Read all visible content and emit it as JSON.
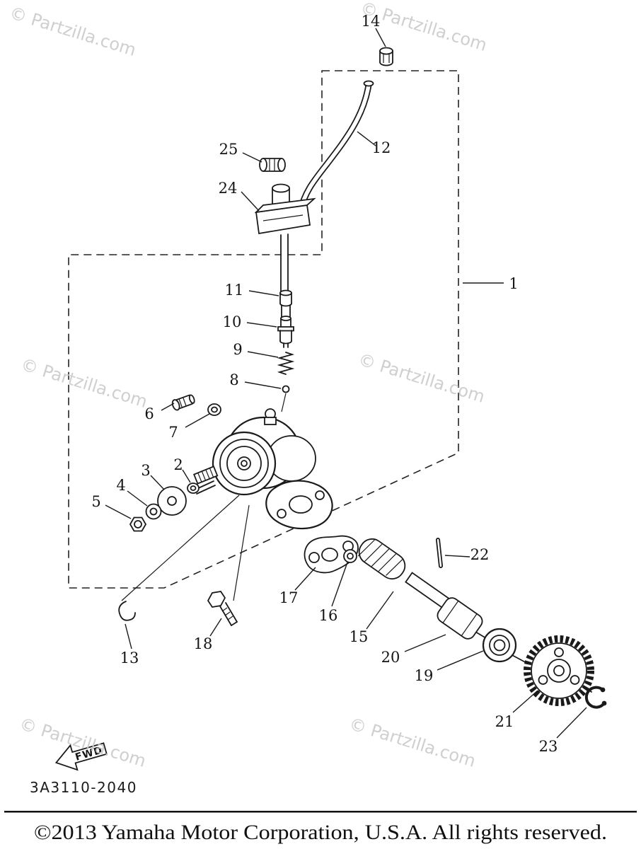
{
  "watermark": {
    "text": "© Partzilla.com"
  },
  "callouts": {
    "c1": "1",
    "c2": "2",
    "c3": "3",
    "c4": "4",
    "c5": "5",
    "c6": "6",
    "c7": "7",
    "c8": "8",
    "c9": "9",
    "c10": "10",
    "c11": "11",
    "c12": "12",
    "c13": "13",
    "c14": "14",
    "c15": "15",
    "c16": "16",
    "c17": "17",
    "c18": "18",
    "c19": "19",
    "c20": "20",
    "c21": "21",
    "c22": "22",
    "c23": "23",
    "c24": "24",
    "c25": "25"
  },
  "fwd": {
    "label": "FWD"
  },
  "footer": {
    "diagram_code": "3A3110-2040",
    "copyright": "©2013 Yamaha Motor Corporation, U.S.A. All rights reserved."
  },
  "colors": {
    "line": "#1a1a1a",
    "watermark_gray": "#c9c9c9"
  }
}
